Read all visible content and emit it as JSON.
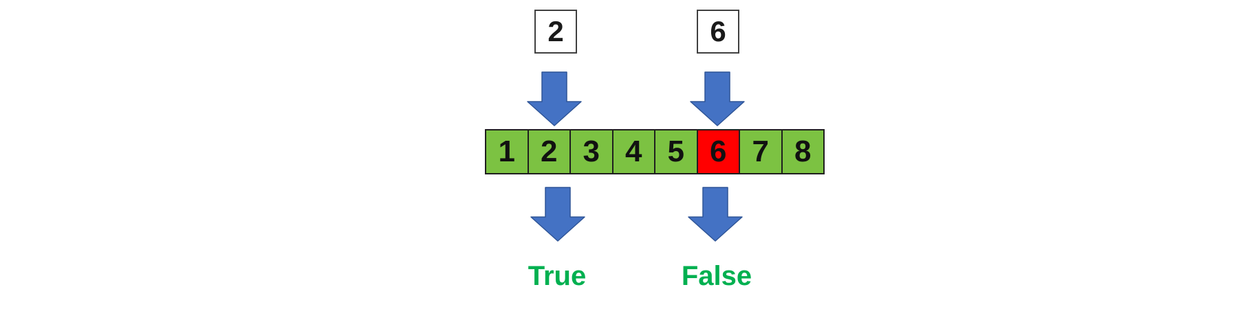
{
  "queries": [
    {
      "value": "2"
    },
    {
      "value": "6"
    }
  ],
  "array": {
    "cells": [
      {
        "value": "1",
        "highlighted": false
      },
      {
        "value": "2",
        "highlighted": false
      },
      {
        "value": "3",
        "highlighted": false
      },
      {
        "value": "4",
        "highlighted": false
      },
      {
        "value": "5",
        "highlighted": false
      },
      {
        "value": "6",
        "highlighted": true
      },
      {
        "value": "7",
        "highlighted": false
      },
      {
        "value": "8",
        "highlighted": false
      }
    ]
  },
  "results": [
    {
      "label": "True"
    },
    {
      "label": "False"
    }
  ],
  "colors": {
    "cell-green": "#7CC242",
    "cell-red": "#FF0000",
    "arrow-blue": "#4472C4",
    "arrow-stroke": "#2F5597",
    "result-green": "#00B050",
    "border-dark": "#1F1F1F",
    "box-border": "#404040"
  }
}
